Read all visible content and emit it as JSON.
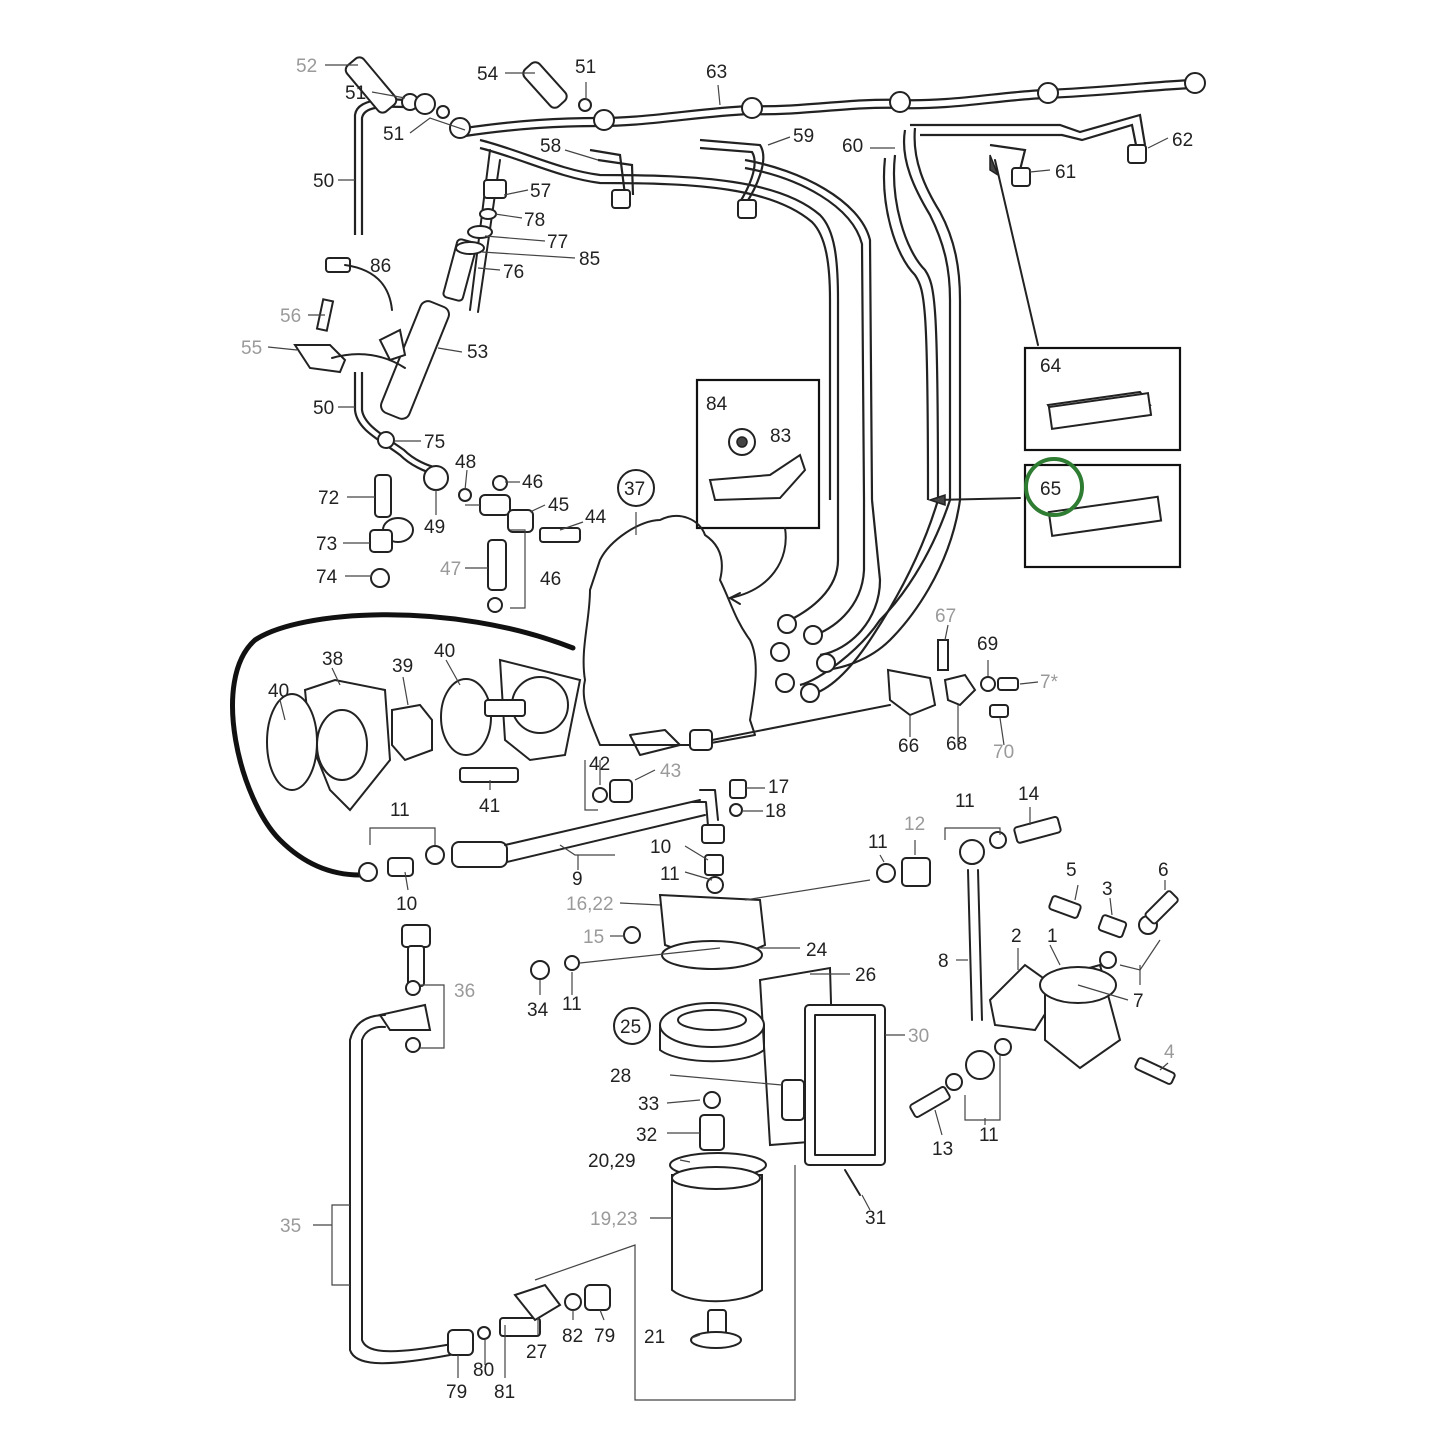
{
  "diagram": {
    "labels_dark": [
      {
        "id": "54",
        "text": "54"
      },
      {
        "id": "51a",
        "text": "51"
      },
      {
        "id": "63",
        "text": "63"
      },
      {
        "id": "51b",
        "text": "51"
      },
      {
        "id": "51c",
        "text": "51"
      },
      {
        "id": "58",
        "text": "58"
      },
      {
        "id": "59",
        "text": "59"
      },
      {
        "id": "60",
        "text": "60"
      },
      {
        "id": "62",
        "text": "62"
      },
      {
        "id": "61",
        "text": "61"
      },
      {
        "id": "50a",
        "text": "50"
      },
      {
        "id": "57",
        "text": "57"
      },
      {
        "id": "78",
        "text": "78"
      },
      {
        "id": "77",
        "text": "77"
      },
      {
        "id": "85",
        "text": "85"
      },
      {
        "id": "86",
        "text": "86"
      },
      {
        "id": "76",
        "text": "76"
      },
      {
        "id": "53",
        "text": "53"
      },
      {
        "id": "50b",
        "text": "50"
      },
      {
        "id": "75",
        "text": "75"
      },
      {
        "id": "64",
        "text": "64"
      },
      {
        "id": "84",
        "text": "84"
      },
      {
        "id": "83",
        "text": "83"
      },
      {
        "id": "65",
        "text": "65"
      },
      {
        "id": "72",
        "text": "72"
      },
      {
        "id": "48",
        "text": "48"
      },
      {
        "id": "46a",
        "text": "46"
      },
      {
        "id": "45",
        "text": "45"
      },
      {
        "id": "44",
        "text": "44"
      },
      {
        "id": "49",
        "text": "49"
      },
      {
        "id": "73",
        "text": "73"
      },
      {
        "id": "74",
        "text": "74"
      },
      {
        "id": "46b",
        "text": "46"
      },
      {
        "id": "38",
        "text": "38"
      },
      {
        "id": "39",
        "text": "39"
      },
      {
        "id": "40a",
        "text": "40"
      },
      {
        "id": "40b",
        "text": "40"
      },
      {
        "id": "69",
        "text": "69"
      },
      {
        "id": "66",
        "text": "66"
      },
      {
        "id": "68",
        "text": "68"
      },
      {
        "id": "42",
        "text": "42"
      },
      {
        "id": "41",
        "text": "41"
      },
      {
        "id": "17",
        "text": "17"
      },
      {
        "id": "18",
        "text": "18"
      },
      {
        "id": "11a",
        "text": "11"
      },
      {
        "id": "9",
        "text": "9"
      },
      {
        "id": "10a",
        "text": "10"
      },
      {
        "id": "11b",
        "text": "11"
      },
      {
        "id": "10b",
        "text": "10"
      },
      {
        "id": "11c",
        "text": "11"
      },
      {
        "id": "14",
        "text": "14"
      },
      {
        "id": "11d",
        "text": "11"
      },
      {
        "id": "5",
        "text": "5"
      },
      {
        "id": "3",
        "text": "3"
      },
      {
        "id": "6",
        "text": "6"
      },
      {
        "id": "24",
        "text": "24"
      },
      {
        "id": "2",
        "text": "2"
      },
      {
        "id": "1",
        "text": "1"
      },
      {
        "id": "26",
        "text": "26"
      },
      {
        "id": "8",
        "text": "8"
      },
      {
        "id": "34",
        "text": "34"
      },
      {
        "id": "11e",
        "text": "11"
      },
      {
        "id": "7",
        "text": "7"
      },
      {
        "id": "28",
        "text": "28"
      },
      {
        "id": "33",
        "text": "33"
      },
      {
        "id": "32",
        "text": "32"
      },
      {
        "id": "2029",
        "text": "20,29"
      },
      {
        "id": "13",
        "text": "13"
      },
      {
        "id": "11f",
        "text": "11"
      },
      {
        "id": "31",
        "text": "31"
      },
      {
        "id": "21",
        "text": "21"
      },
      {
        "id": "27",
        "text": "27"
      },
      {
        "id": "82",
        "text": "82"
      },
      {
        "id": "79a",
        "text": "79"
      },
      {
        "id": "79b",
        "text": "79"
      },
      {
        "id": "80",
        "text": "80"
      },
      {
        "id": "81",
        "text": "81"
      }
    ],
    "labels_gray": [
      {
        "id": "52",
        "text": "52"
      },
      {
        "id": "56",
        "text": "56"
      },
      {
        "id": "55",
        "text": "55"
      },
      {
        "id": "47",
        "text": "47"
      },
      {
        "id": "67",
        "text": "67"
      },
      {
        "id": "71",
        "text": "7*"
      },
      {
        "id": "70",
        "text": "70"
      },
      {
        "id": "43",
        "text": "43"
      },
      {
        "id": "12",
        "text": "12"
      },
      {
        "id": "1622",
        "text": "16,22"
      },
      {
        "id": "15",
        "text": "15"
      },
      {
        "id": "36",
        "text": "36"
      },
      {
        "id": "30",
        "text": "30"
      },
      {
        "id": "4",
        "text": "4"
      },
      {
        "id": "1923",
        "text": "19,23"
      },
      {
        "id": "35",
        "text": "35"
      }
    ],
    "circled_labels": [
      {
        "id": "37",
        "text": "37"
      },
      {
        "id": "25",
        "text": "25"
      }
    ],
    "highlight": {
      "part": "65",
      "color": "#2e7d32"
    }
  }
}
